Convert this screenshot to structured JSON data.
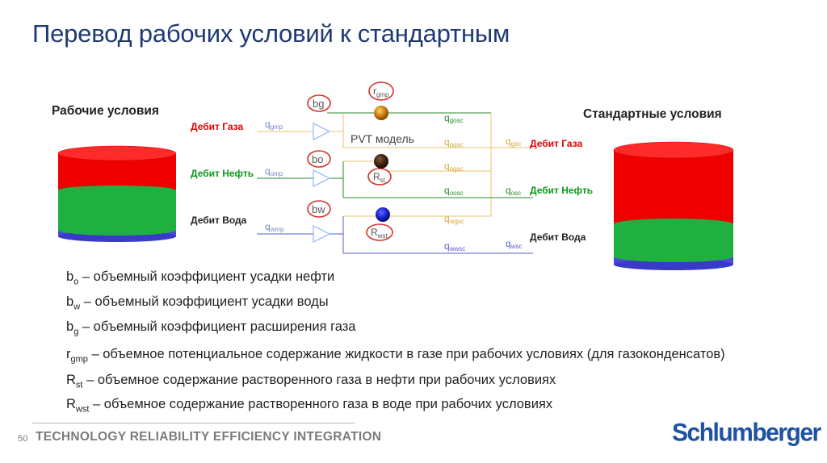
{
  "slide": {
    "title": "Перевод рабочих условий к стандартным",
    "page_number": "50",
    "tagline": "TECHNOLOGY RELIABILITY EFFICIENCY INTEGRATION",
    "logo_text": "Schlumberger"
  },
  "left": {
    "heading": "Рабочие условия",
    "rates": {
      "gas": "Дебит Газа",
      "oil": "Дебит Нефть",
      "water": "Дебит Вода"
    },
    "flow_labels": {
      "gas": "q",
      "gas_sub": "gmp",
      "oil": "q",
      "oil_sub": "omp",
      "water": "q",
      "water_sub": "wmp"
    }
  },
  "right": {
    "heading": "Стандартные условия",
    "rates": {
      "gas": "Дебит Газа",
      "oil": "Дебит Нефть",
      "water": "Дебит Вода"
    },
    "flow_labels": {
      "gas": "q",
      "gas_sub": "gsc",
      "oil": "q",
      "oil_sub": "osc",
      "water": "q",
      "water_sub": "wsc"
    }
  },
  "pvt": {
    "label": "PVT модель",
    "factors": {
      "bg": "bg",
      "bo": "bo",
      "bw": "bw",
      "rgmp": "r",
      "rgmp_sub": "gmp",
      "rst": "R",
      "rst_sub": "st",
      "rwst": "R",
      "rwst_sub": "wst"
    },
    "branch_labels": {
      "ggosc": "q",
      "ggosc_sub": "gosc",
      "qggsc": "q",
      "qggsc_sub": "ggsc",
      "qogsc": "q",
      "qogsc_sub": "ogsc",
      "qoosc": "q",
      "qoosc_sub": "oosc",
      "qwgsc": "q",
      "qwgsc_sub": "wgsc",
      "qwwsc": "q",
      "qwwsc_sub": "wwsc"
    }
  },
  "legend": [
    {
      "sym": "b",
      "sub": "o",
      "text": " – объемный коэффициент усадки нефти"
    },
    {
      "sym": "b",
      "sub": "w",
      "text": " – объемный коэффициент усадки воды"
    },
    {
      "sym": "b",
      "sub": "g",
      "text": " – объемный коэффициент расширения газа"
    },
    {
      "sym": "r",
      "sub": "gmp",
      "text": " – объемное потенциальное содержание жидкости в газе при рабочих условиях (для газоконденсатов)"
    },
    {
      "sym": "R",
      "sub": "st",
      "text": " – объемное содержание растворенного газа в нефти при рабочих условиях"
    },
    {
      "sym": "R",
      "sub": "wst",
      "text": " – объемное содержание растворенного газа в воде при рабочих условиях"
    }
  ],
  "colors": {
    "title": "#1f3a73",
    "gas": "#e00000",
    "oil": "#0a9a1a",
    "water": "#1c1c8c",
    "gas_line": "#e8c46a",
    "oil_line": "#2a8a2a",
    "water_line": "#5a5acc",
    "factor_circle": "#d8322a",
    "logo": "#1f52a3"
  }
}
